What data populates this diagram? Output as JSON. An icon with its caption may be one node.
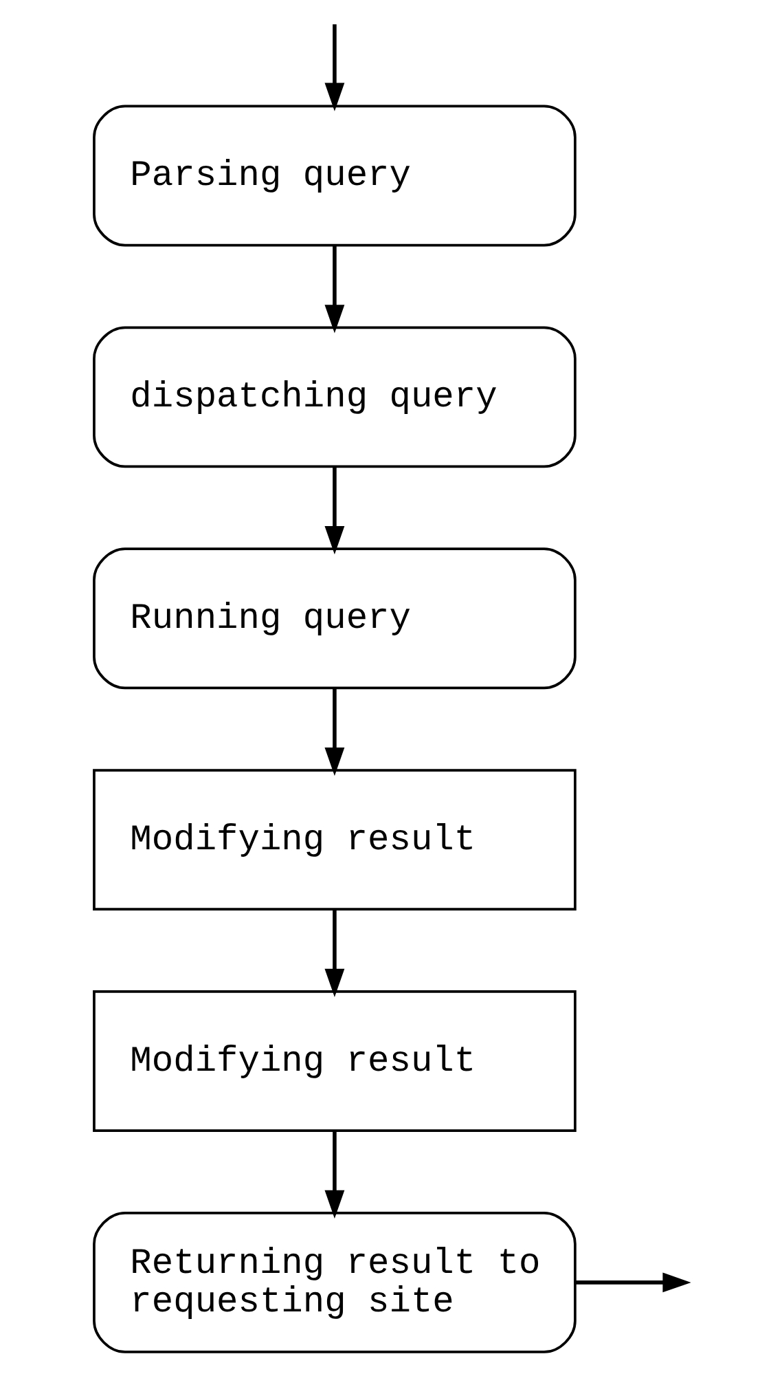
{
  "diagram": {
    "nodes": [
      {
        "text": [
          "Parsing query"
        ]
      },
      {
        "text": [
          "dispatching query"
        ]
      },
      {
        "text": [
          "Running query"
        ]
      },
      {
        "text": [
          "Modifying result"
        ]
      },
      {
        "text": [
          "Modifying result"
        ]
      },
      {
        "text": [
          "Returning result to requesting site"
        ]
      }
    ],
    "edges": [
      {
        "from": null,
        "to": 0,
        "arrow": "to"
      },
      {
        "from": 0,
        "to": 1,
        "arrow": "to"
      },
      {
        "from": 1,
        "to": 2,
        "arrow": "to"
      },
      {
        "from": 2,
        "to": 3,
        "arrow": "to"
      },
      {
        "from": 3,
        "to": 4,
        "arrow": "to"
      },
      {
        "from": 4,
        "to": 5,
        "arrow": "to"
      },
      {
        "from": 5,
        "to": null,
        "arrow": "to"
      }
    ]
  }
}
